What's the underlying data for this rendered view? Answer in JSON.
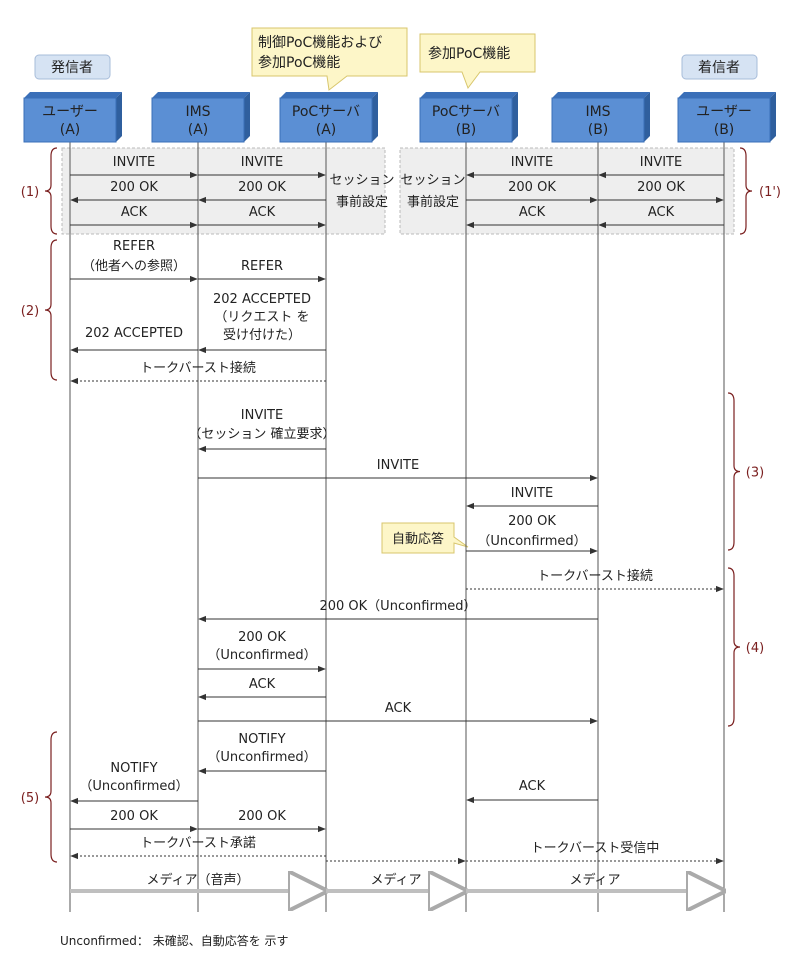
{
  "roles": {
    "caller": "発信者",
    "callee": "着信者",
    "controlling_poc": [
      "制御PoC機能および",
      "参加PoC機能"
    ],
    "participating_poc": "参加PoC機能",
    "auto_answer": "自動応答"
  },
  "entities": [
    {
      "id": "ua",
      "lines": [
        "ユーザー",
        "(A)"
      ]
    },
    {
      "id": "imsa",
      "lines": [
        "IMS",
        "(A)"
      ]
    },
    {
      "id": "poca",
      "lines": [
        "PoCサーバ",
        "(A)"
      ]
    },
    {
      "id": "pocb",
      "lines": [
        "PoCサーバ",
        "(B)"
      ]
    },
    {
      "id": "imsb",
      "lines": [
        "IMS",
        "(B)"
      ]
    },
    {
      "id": "ub",
      "lines": [
        "ユーザー",
        "(B)"
      ]
    }
  ],
  "session_setup": [
    "セッション",
    "事前設定"
  ],
  "messages": [
    {
      "from": "ua",
      "to": "imsa",
      "labels": [
        "INVITE"
      ]
    },
    {
      "from": "imsa",
      "to": "poca",
      "labels": [
        "INVITE"
      ]
    },
    {
      "from": "imsa",
      "to": "ua",
      "labels": [
        "200 OK"
      ]
    },
    {
      "from": "poca",
      "to": "imsa",
      "labels": [
        "200 OK"
      ]
    },
    {
      "from": "ua",
      "to": "imsa",
      "labels": [
        "ACK"
      ]
    },
    {
      "from": "imsa",
      "to": "poca",
      "labels": [
        "ACK"
      ]
    },
    {
      "from": "ub",
      "to": "imsb",
      "labels": [
        "INVITE"
      ]
    },
    {
      "from": "imsb",
      "to": "pocb",
      "labels": [
        "INVITE"
      ]
    },
    {
      "from": "imsb",
      "to": "ub",
      "labels": [
        "200 OK"
      ]
    },
    {
      "from": "pocb",
      "to": "imsb",
      "labels": [
        "200 OK"
      ]
    },
    {
      "from": "ub",
      "to": "imsb",
      "labels": [
        "ACK"
      ]
    },
    {
      "from": "imsb",
      "to": "pocb",
      "labels": [
        "ACK"
      ]
    },
    {
      "from": "ua",
      "to": "imsa",
      "labels": [
        "REFER",
        "（他者への参照）"
      ]
    },
    {
      "from": "imsa",
      "to": "poca",
      "labels": [
        "REFER"
      ]
    },
    {
      "from": "poca",
      "to": "imsa",
      "labels": [
        "202 ACCEPTED",
        "（リクエスト を",
        "受け付けた）"
      ]
    },
    {
      "from": "imsa",
      "to": "ua",
      "labels": [
        "202 ACCEPTED"
      ]
    },
    {
      "from": "poca",
      "to": "ua",
      "labels": [
        "トークバースト接続"
      ],
      "style": "dotted"
    },
    {
      "from": "poca",
      "to": "imsa",
      "labels": [
        "INVITE",
        "（セッション 確立要求）"
      ]
    },
    {
      "from": "imsa",
      "to": "imsb",
      "labels": [
        "INVITE"
      ]
    },
    {
      "from": "imsb",
      "to": "pocb",
      "labels": [
        "INVITE"
      ]
    },
    {
      "from": "pocb",
      "to": "imsb",
      "labels": [
        "200 OK",
        "（Unconfirmed）"
      ]
    },
    {
      "from": "pocb",
      "to": "ub",
      "labels": [
        "トークバースト接続"
      ],
      "style": "dotted"
    },
    {
      "from": "imsb",
      "to": "imsa",
      "labels": [
        "200 OK（Unconfirmed）"
      ]
    },
    {
      "from": "imsa",
      "to": "poca",
      "labels": [
        "200 OK",
        "（Unconfirmed）"
      ]
    },
    {
      "from": "poca",
      "to": "imsa",
      "labels": [
        "ACK"
      ]
    },
    {
      "from": "imsa",
      "to": "imsb",
      "labels": [
        "ACK"
      ]
    },
    {
      "from": "poca",
      "to": "imsa",
      "labels": [
        "NOTIFY",
        "（Unconfirmed）"
      ]
    },
    {
      "from": "imsa",
      "to": "ua",
      "labels": [
        "NOTIFY",
        "（Unconfirmed）"
      ]
    },
    {
      "from": "imsb",
      "to": "pocb",
      "labels": [
        "ACK"
      ]
    },
    {
      "from": "ua",
      "to": "imsa",
      "labels": [
        "200 OK"
      ]
    },
    {
      "from": "imsa",
      "to": "poca",
      "labels": [
        "200 OK"
      ]
    },
    {
      "from": "poca",
      "to": "ua",
      "labels": [
        "トークバースト承諾"
      ],
      "style": "dotted"
    },
    {
      "from": "poca",
      "to": "pocb",
      "labels": [
        ""
      ],
      "style": "dotted"
    },
    {
      "from": "pocb",
      "to": "ub",
      "labels": [
        "トークバースト受信中"
      ],
      "style": "dotted"
    },
    {
      "from": "ua",
      "to": "poca",
      "labels": [
        "メディア（音声）"
      ],
      "style": "media"
    },
    {
      "from": "poca",
      "to": "pocb",
      "labels": [
        "メディア"
      ],
      "style": "media"
    },
    {
      "from": "pocb",
      "to": "ub",
      "labels": [
        "メディア"
      ],
      "style": "media"
    }
  ],
  "phases": [
    "(1)",
    "(1')",
    "(2)",
    "(3)",
    "(4)",
    "(5)"
  ],
  "footnote": "Unconfirmed： 未確認、自動応答を 示す",
  "colors": {
    "entity_fill": "#5b8fd4",
    "entity_top": "#3a6fb8",
    "role_fill": "#d6e3f3",
    "callout_fill": "#fdf6c8",
    "callout_border": "#d8c66c",
    "brace": "#7a1f1f",
    "arrow": "#333333",
    "media": "#bfbfbf",
    "setup_fill": "#eeeeee"
  }
}
